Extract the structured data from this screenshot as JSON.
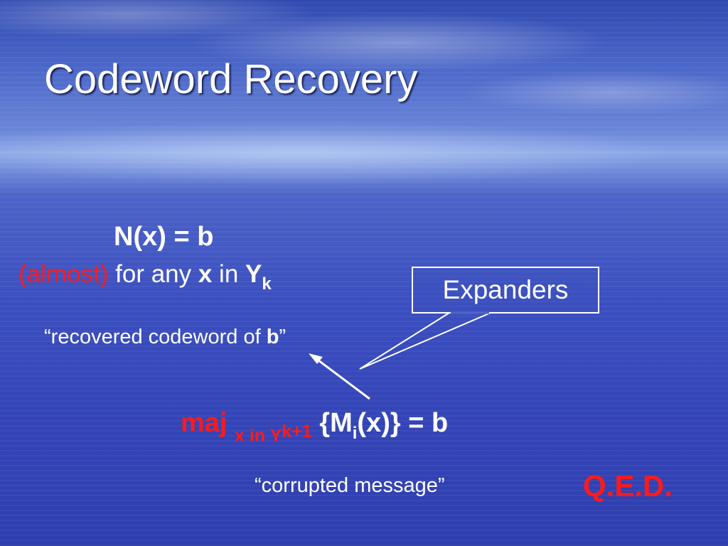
{
  "slide": {
    "title": "Codeword Recovery",
    "equation1": "N(x) = b",
    "line2": {
      "almost": "(almost)",
      "for_any": " for any ",
      "x": "x",
      "in": " in ",
      "Y": "Y",
      "k": "k"
    },
    "quote1": {
      "open": "“recovered codeword of ",
      "b": "b",
      "close": "”"
    },
    "equation2": {
      "maj": "maj",
      "sub_x_in_Y": "x in Y",
      "sub_k1": "k+1",
      "brace_M": "{M",
      "i": "i",
      "rest": "(x)} = b"
    },
    "quote2": "“corrupted message”",
    "callout": "Expanders",
    "qed": "Q.E.D."
  },
  "colors": {
    "accent_red": "#ff1a1a",
    "text": "#ffffff"
  }
}
